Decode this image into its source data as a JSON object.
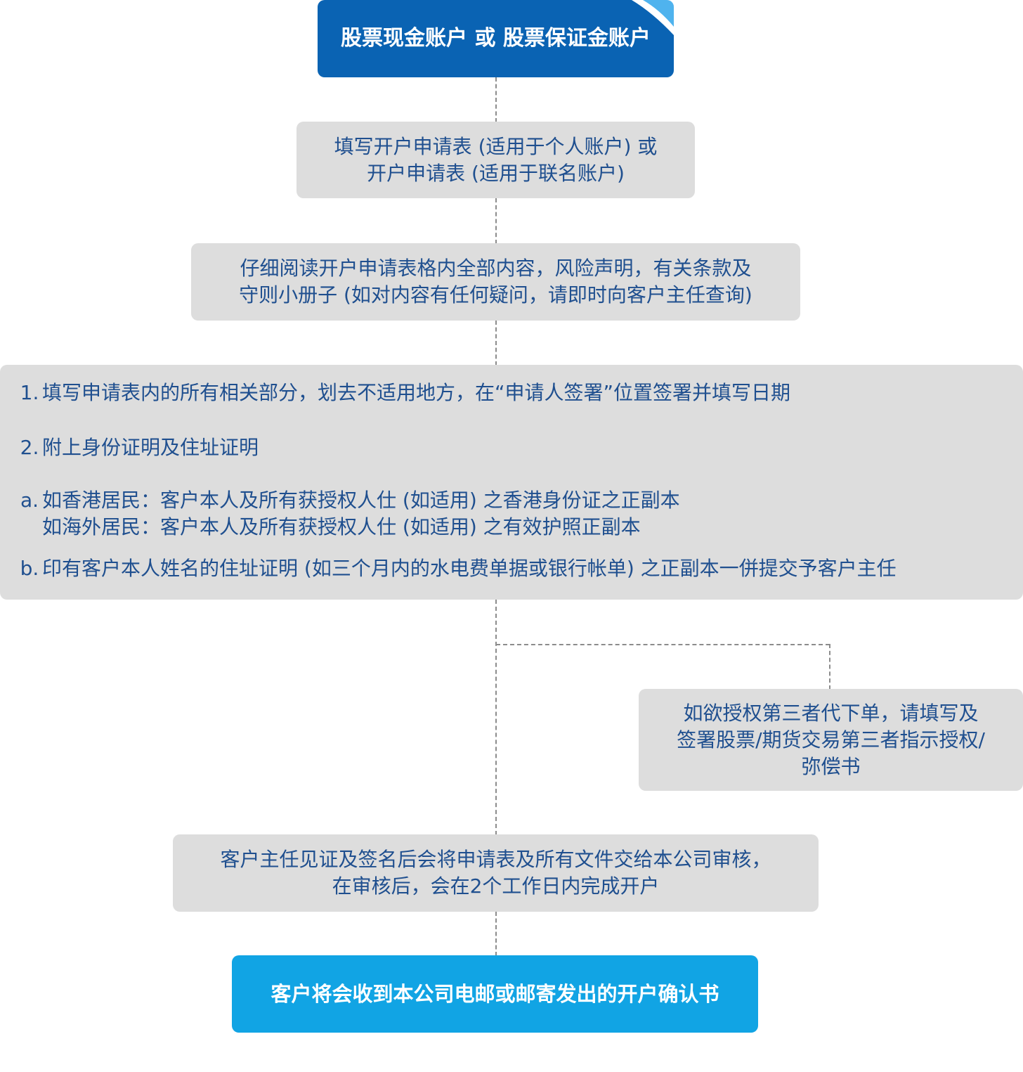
{
  "steps": {
    "account_types": "股票现金账户 或 股票保证金账户",
    "fill_form": {
      "line1": "填写开户申请表 (适用于个人账户) 或",
      "line2": "开户申请表 (适用于联名账户)"
    },
    "read_form": {
      "line1": "仔细阅读开户申请表格内全部内容，风险声明，有关条款及",
      "line2": "守则小册子 (如对内容有任何疑问，请即时向客户主任查询)"
    },
    "requirements": {
      "item1": {
        "marker": "1.",
        "text": "填写申请表内的所有相关部分，划去不适用地方，在“申请人签署”位置签署并填写日期"
      },
      "item2": {
        "marker": "2.",
        "text": "附上身份证明及住址证明"
      },
      "item_a": {
        "marker": "a.",
        "line1": "如香港居民：客户本人及所有获授权人仕 (如适用) 之香港身份证之正副本",
        "line2": "如海外居民：客户本人及所有获授权人仕 (如适用) 之有效护照正副本"
      },
      "item_b": {
        "marker": "b.",
        "text": "印有客户本人姓名的住址证明 (如三个月内的水电费单据或银行帐单) 之正副本一併提交予客户主任"
      }
    },
    "third_party": {
      "line1": "如欲授权第三者代下单，请填写及",
      "line2": "签署股票/期货交易第三者指示授权/",
      "line3": "弥偿书"
    },
    "review": {
      "line1": "客户主任见证及签名后会将申请表及所有文件交给本公司审核，",
      "line2": "在审核后，会在2个工作日内完成开户"
    },
    "confirmation": "客户将会收到本公司电邮或邮寄发出的开户确认书"
  },
  "colors": {
    "primary_dark": "#0a63b3",
    "primary_light": "#11a4e4",
    "box_grey": "#dddddd",
    "text_blue": "#1f4f8f",
    "connector": "#8c8c8c"
  }
}
